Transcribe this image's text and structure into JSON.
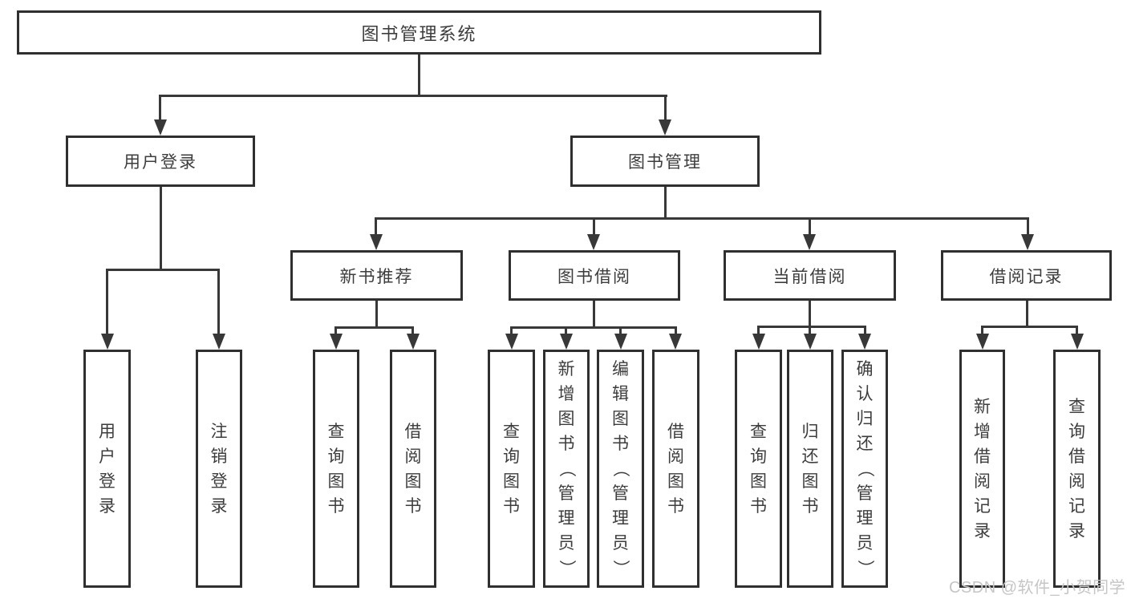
{
  "diagram": {
    "title": "图书管理系统",
    "type": "hierarchy-tree",
    "tree": {
      "root": "图书管理系统",
      "branches": [
        {
          "label": "用户登录",
          "children": [
            "用户登录",
            "注销登录"
          ]
        },
        {
          "label": "图书管理",
          "sections": [
            {
              "label": "新书推荐",
              "children": [
                "查询图书",
                "借阅图书"
              ]
            },
            {
              "label": "图书借阅",
              "children": [
                "查询图书",
                "新增图书（管理员）",
                "编辑图书（管理员）",
                "借阅图书"
              ]
            },
            {
              "label": "当前借阅",
              "children": [
                "查询图书",
                "归还图书",
                "确认归还（管理员）"
              ]
            },
            {
              "label": "借阅记录",
              "children": [
                "新增借阅记录",
                "查询借阅记录"
              ]
            }
          ]
        }
      ]
    },
    "colors": {
      "background": "#ffffff",
      "box_border": "#2f2f2f",
      "box_fill": "#ffffff",
      "line": "#383838",
      "text": "#3d3d3d",
      "watermark": "#c6c6c6"
    },
    "watermark": "CSDN @软件_小贺同学"
  }
}
